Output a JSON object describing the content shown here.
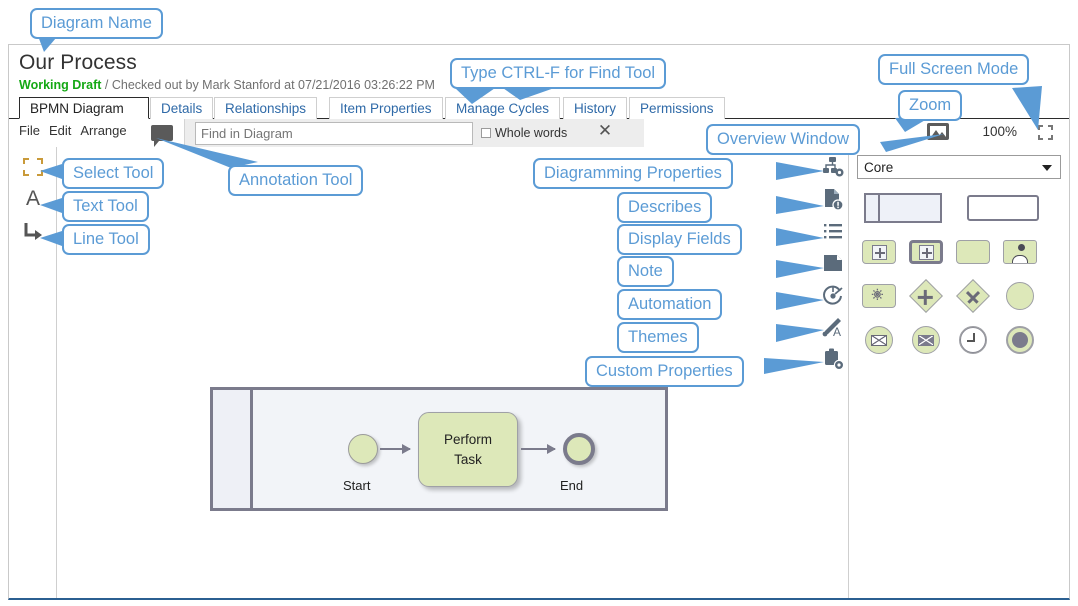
{
  "document": {
    "title": "Our Process",
    "status_label": "Working Draft",
    "status_rest": " / Checked out by Mark Stanford at 07/21/2016 03:26:22 PM",
    "status_color": "#14a814"
  },
  "tabs": [
    {
      "label": "BPMN Diagram",
      "active": true
    },
    {
      "label": "Details",
      "active": false
    },
    {
      "label": "Relationships",
      "active": false
    },
    {
      "label": "Item Properties",
      "active": false
    },
    {
      "label": "Manage Cycles",
      "active": false
    },
    {
      "label": "History",
      "active": false
    },
    {
      "label": "Permissions",
      "active": false
    }
  ],
  "menubar": {
    "items": [
      "File",
      "Edit",
      "Arrange"
    ],
    "annotation_icon": "annotation-tool-icon"
  },
  "find": {
    "placeholder": "Find in Diagram",
    "value": "",
    "whole_words_label": "Whole words",
    "whole_words_checked": false,
    "close_icon": "✕"
  },
  "viewbar": {
    "overview_icon": "overview-window-icon",
    "zoom_level": "100%",
    "fullscreen_icon": "full-screen-icon"
  },
  "tools": [
    {
      "name": "select-tool",
      "glyph": ""
    },
    {
      "name": "text-tool",
      "glyph": "A"
    },
    {
      "name": "line-tool",
      "glyph": ""
    }
  ],
  "icon_rail": [
    {
      "name": "diagramming-properties-icon"
    },
    {
      "name": "describes-icon"
    },
    {
      "name": "display-fields-icon"
    },
    {
      "name": "note-icon"
    },
    {
      "name": "automation-icon"
    },
    {
      "name": "themes-icon"
    },
    {
      "name": "custom-properties-icon"
    }
  ],
  "stencil": {
    "selected": "Core",
    "options": [
      "Core"
    ],
    "shapes": [
      {
        "name": "pool-shape"
      },
      {
        "name": "lane-shape"
      },
      {
        "name": "subprocess-shape"
      },
      {
        "name": "subprocess-selected-shape"
      },
      {
        "name": "task-shape"
      },
      {
        "name": "user-task-shape"
      },
      {
        "name": "service-task-shape"
      },
      {
        "name": "exclusive-gateway-shape"
      },
      {
        "name": "parallel-gateway-shape"
      },
      {
        "name": "start-event-shape"
      },
      {
        "name": "message-start-event-shape"
      },
      {
        "name": "message-end-event-shape"
      },
      {
        "name": "timer-event-shape"
      },
      {
        "name": "end-event-shape"
      }
    ]
  },
  "diagram": {
    "start_label": "Start",
    "task_line1": "Perform",
    "task_line2": "Task",
    "end_label": "End"
  },
  "callouts": [
    {
      "id": "diagram-name",
      "text": "Diagram Name"
    },
    {
      "id": "type-ctrl-f",
      "text": "Type CTRL-F for Find Tool"
    },
    {
      "id": "full-screen-mode",
      "text": "Full Screen Mode"
    },
    {
      "id": "zoom",
      "text": "Zoom"
    },
    {
      "id": "overview-window",
      "text": "Overview Window"
    },
    {
      "id": "select-tool",
      "text": "Select Tool"
    },
    {
      "id": "text-tool",
      "text": "Text Tool"
    },
    {
      "id": "line-tool",
      "text": "Line Tool"
    },
    {
      "id": "annotation-tool",
      "text": "Annotation Tool"
    },
    {
      "id": "diagramming-properties",
      "text": "Diagramming Properties"
    },
    {
      "id": "describes",
      "text": "Describes"
    },
    {
      "id": "display-fields",
      "text": "Display Fields"
    },
    {
      "id": "note",
      "text": "Note"
    },
    {
      "id": "automation",
      "text": "Automation"
    },
    {
      "id": "themes",
      "text": "Themes"
    },
    {
      "id": "custom-properties",
      "text": "Custom Properties"
    }
  ],
  "colors": {
    "callout_blue": "#5b9bd5",
    "tab_link": "#2f6aa8",
    "bpmn_fill": "#dde8b9",
    "bpmn_stroke": "#7b7b8c",
    "frame_bottom": "#2b5f91"
  }
}
